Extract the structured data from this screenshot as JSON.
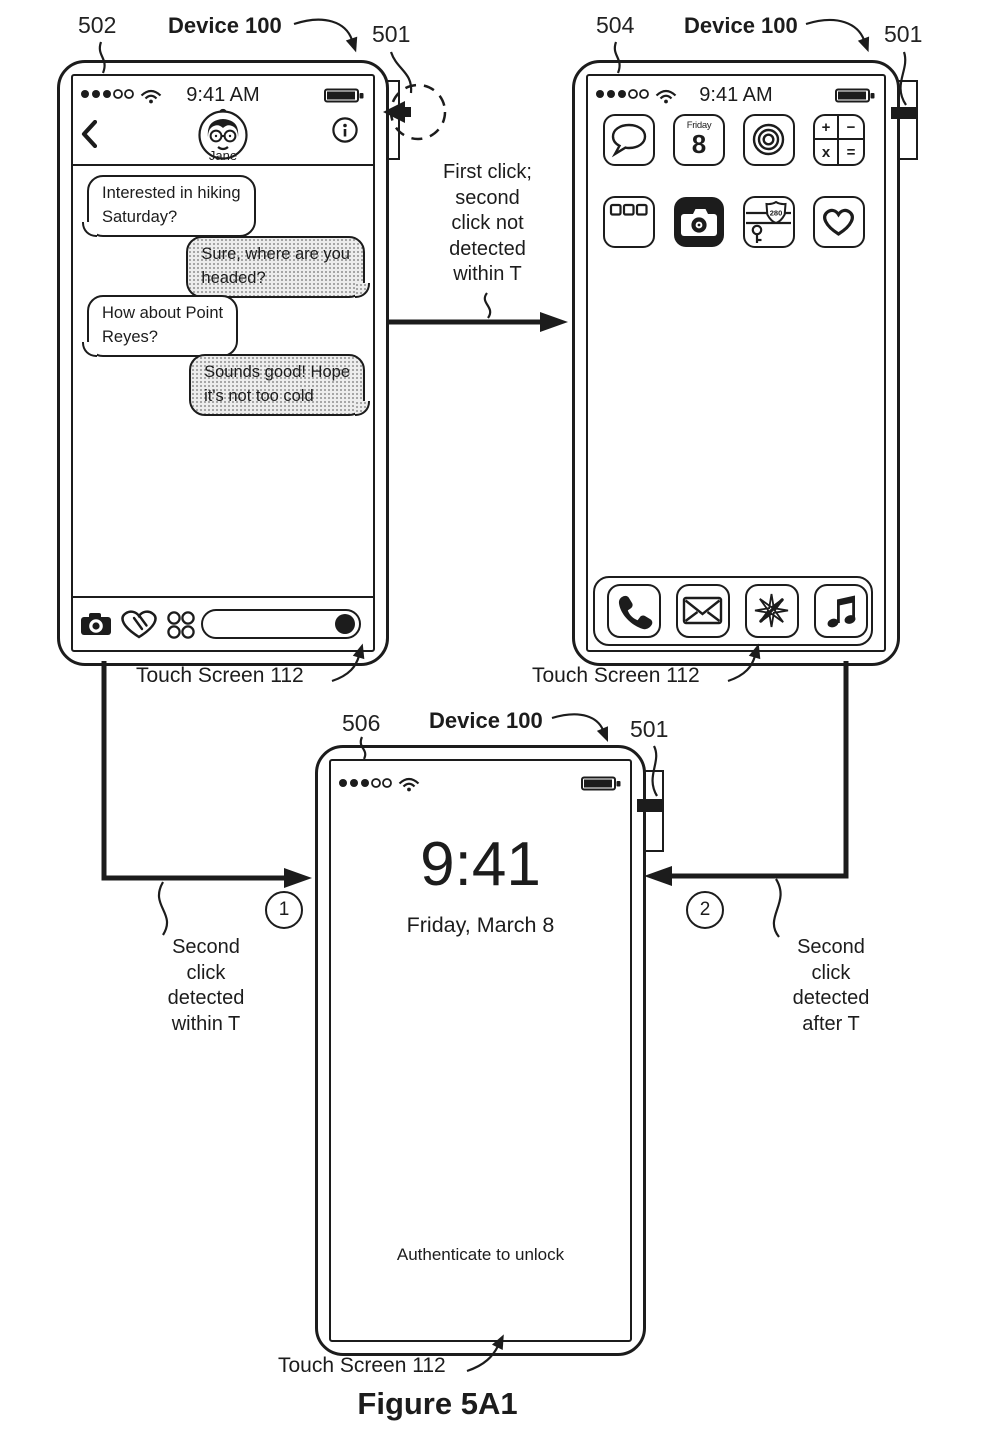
{
  "figure_caption": "Figure 5A1",
  "annotations": {
    "device_name": "Device 100",
    "button_ref": "501",
    "screen1_ref": "502",
    "screen2_ref": "504",
    "screen3_ref": "506",
    "touch_screen_label": "Touch Screen 112",
    "transition_top": "First click;\nsecond\nclick not\ndetected\nwithin T",
    "transition_left": "Second\nclick\ndetected\nwithin T",
    "transition_left_num": "1",
    "transition_right": "Second\nclick\ndetected\nafter T",
    "transition_right_num": "2"
  },
  "messaging_screen": {
    "status_time": "9:41 AM",
    "contact_name": "Jane",
    "messages": [
      {
        "side": "received",
        "text": "Interested in hiking\nSaturday?"
      },
      {
        "side": "sent",
        "text": "Sure, where are you\nheaded?"
      },
      {
        "side": "received",
        "text": "How about Point\nReyes?"
      },
      {
        "side": "sent",
        "text": "Sounds good!  Hope\nit's not too cold"
      }
    ],
    "toolbar_icons": [
      "camera",
      "digital-touch",
      "apps-grid",
      "audio-message"
    ]
  },
  "home_screen": {
    "status_time": "9:41 AM",
    "row1_icons": [
      "messages",
      "calendar",
      "photos",
      "calculator"
    ],
    "row2_icons": [
      "widgets",
      "camera",
      "maps",
      "health"
    ],
    "dock_icons": [
      "phone",
      "mail",
      "safari",
      "music"
    ],
    "calendar": {
      "weekday": "Friday",
      "day": "8"
    },
    "calculator_keys": [
      "+",
      "−",
      "x",
      "="
    ],
    "maps_shield": "280"
  },
  "lock_screen": {
    "time": "9:41",
    "date": "Friday, March 8",
    "prompt": "Authenticate to unlock"
  },
  "ink_color": "#1c1c1c"
}
